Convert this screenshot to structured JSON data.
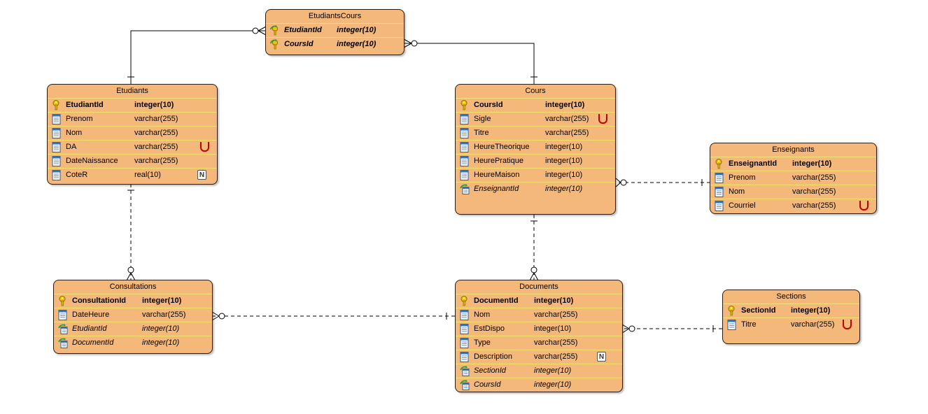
{
  "diagram": {
    "tables": [
      {
        "id": "etudiantscours",
        "name": "EtudiantsCours",
        "columns": [
          {
            "name": "EtudiantId",
            "type": "integer(10)",
            "kind": "pkfk",
            "badge": ""
          },
          {
            "name": "CoursId",
            "type": "integer(10)",
            "kind": "pkfk",
            "badge": ""
          }
        ]
      },
      {
        "id": "etudiants",
        "name": "Etudiants",
        "columns": [
          {
            "name": "EtudiantId",
            "type": "integer(10)",
            "kind": "pk",
            "badge": ""
          },
          {
            "name": "Prenom",
            "type": "varchar(255)",
            "kind": "col",
            "badge": ""
          },
          {
            "name": "Nom",
            "type": "varchar(255)",
            "kind": "col",
            "badge": ""
          },
          {
            "name": "DA",
            "type": "varchar(255)",
            "kind": "col",
            "badge": "U"
          },
          {
            "name": "DateNaissance",
            "type": "varchar(255)",
            "kind": "col",
            "badge": ""
          },
          {
            "name": "CoteR",
            "type": "real(10)",
            "kind": "col",
            "badge": "N"
          }
        ]
      },
      {
        "id": "cours",
        "name": "Cours",
        "columns": [
          {
            "name": "CoursId",
            "type": "integer(10)",
            "kind": "pk",
            "badge": ""
          },
          {
            "name": "Sigle",
            "type": "varchar(255)",
            "kind": "col",
            "badge": "U"
          },
          {
            "name": "Titre",
            "type": "varchar(255)",
            "kind": "col",
            "badge": ""
          },
          {
            "name": "HeureTheorique",
            "type": "integer(10)",
            "kind": "col",
            "badge": ""
          },
          {
            "name": "HeurePratique",
            "type": "integer(10)",
            "kind": "col",
            "badge": ""
          },
          {
            "name": "HeureMaison",
            "type": "integer(10)",
            "kind": "col",
            "badge": ""
          },
          {
            "name": "EnseignantId",
            "type": "integer(10)",
            "kind": "fk",
            "badge": ""
          }
        ]
      },
      {
        "id": "enseignants",
        "name": "Enseignants",
        "columns": [
          {
            "name": "EnseignantId",
            "type": "integer(10)",
            "kind": "pk",
            "badge": ""
          },
          {
            "name": "Prenom",
            "type": "varchar(255)",
            "kind": "col",
            "badge": ""
          },
          {
            "name": "Nom",
            "type": "varchar(255)",
            "kind": "col",
            "badge": ""
          },
          {
            "name": "Courriel",
            "type": "varchar(255)",
            "kind": "col",
            "badge": "U"
          }
        ]
      },
      {
        "id": "consultations",
        "name": "Consultations",
        "columns": [
          {
            "name": "ConsultationId",
            "type": "integer(10)",
            "kind": "pk",
            "badge": ""
          },
          {
            "name": "DateHeure",
            "type": "varchar(255)",
            "kind": "col",
            "badge": ""
          },
          {
            "name": "EtudiantId",
            "type": "integer(10)",
            "kind": "fk",
            "badge": ""
          },
          {
            "name": "DocumentId",
            "type": "integer(10)",
            "kind": "fk",
            "badge": ""
          }
        ]
      },
      {
        "id": "documents",
        "name": "Documents",
        "columns": [
          {
            "name": "DocumentId",
            "type": "integer(10)",
            "kind": "pk",
            "badge": ""
          },
          {
            "name": "Nom",
            "type": "varchar(255)",
            "kind": "col",
            "badge": ""
          },
          {
            "name": "EstDispo",
            "type": "integer(10)",
            "kind": "col",
            "badge": ""
          },
          {
            "name": "Type",
            "type": "varchar(255)",
            "kind": "col",
            "badge": ""
          },
          {
            "name": "Description",
            "type": "varchar(255)",
            "kind": "col",
            "badge": "N"
          },
          {
            "name": "SectionId",
            "type": "integer(10)",
            "kind": "fk",
            "badge": ""
          },
          {
            "name": "CoursId",
            "type": "integer(10)",
            "kind": "fk",
            "badge": ""
          }
        ]
      },
      {
        "id": "sections",
        "name": "Sections",
        "columns": [
          {
            "name": "SectionId",
            "type": "integer(10)",
            "kind": "pk",
            "badge": ""
          },
          {
            "name": "Titre",
            "type": "varchar(255)",
            "kind": "col",
            "badge": "U"
          }
        ]
      }
    ],
    "relationships": [
      {
        "from": "etudiants",
        "to": "etudiantscours",
        "style": "identifying",
        "from_end": "one",
        "to_end": "zero-or-many"
      },
      {
        "from": "cours",
        "to": "etudiantscours",
        "style": "identifying",
        "from_end": "one",
        "to_end": "zero-or-many"
      },
      {
        "from": "enseignants",
        "to": "cours",
        "style": "non-identifying",
        "from_end": "one",
        "to_end": "zero-or-many"
      },
      {
        "from": "etudiants",
        "to": "consultations",
        "style": "non-identifying",
        "from_end": "one",
        "to_end": "zero-or-many"
      },
      {
        "from": "cours",
        "to": "documents",
        "style": "non-identifying",
        "from_end": "one",
        "to_end": "zero-or-many"
      },
      {
        "from": "documents",
        "to": "consultations",
        "style": "non-identifying",
        "from_end": "one",
        "to_end": "zero-or-many"
      },
      {
        "from": "sections",
        "to": "documents",
        "style": "non-identifying",
        "from_end": "one",
        "to_end": "zero-or-many"
      }
    ],
    "colors": {
      "entity_fill": "#f4b87a",
      "entity_border": "#2a1a10",
      "row_divider": "#f5e06e",
      "unique_badge": "#c00000",
      "connector": "#000000"
    }
  }
}
